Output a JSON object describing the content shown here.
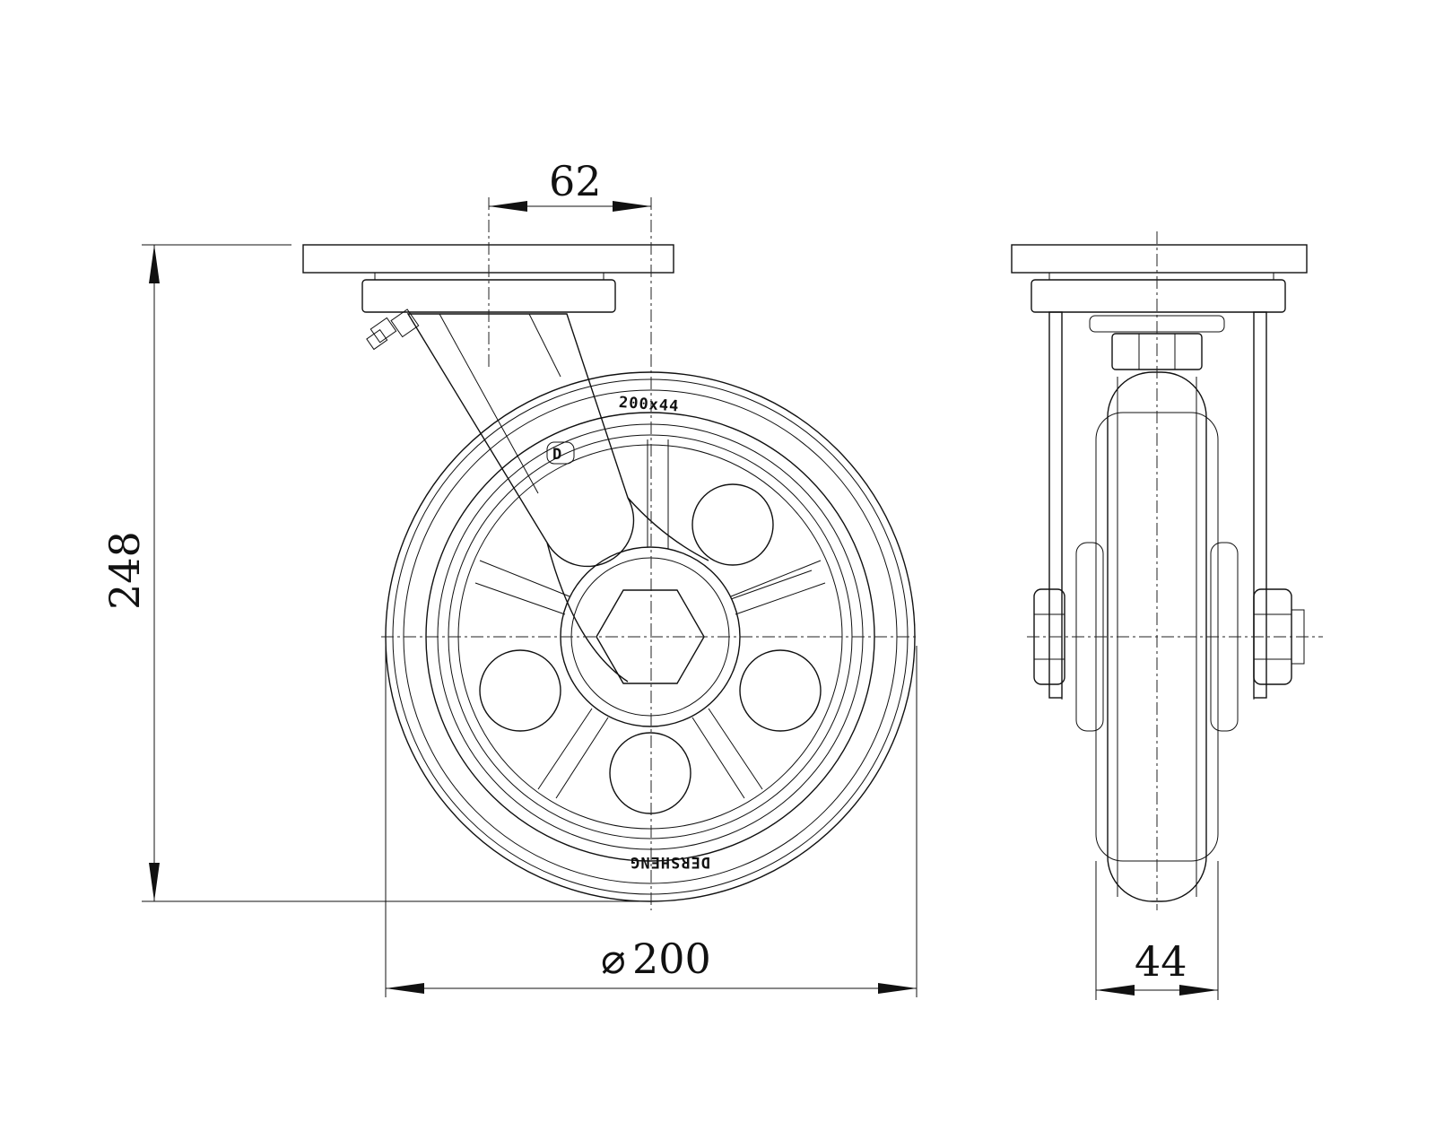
{
  "drawing": {
    "dimensions": {
      "offset": "62",
      "height": "248",
      "diameter": "200",
      "diameter_symbol": "⌀",
      "width": "44"
    },
    "wheel_markings": {
      "size": "200x44",
      "brand": "DERSHENG",
      "logo_letter": "D"
    }
  }
}
